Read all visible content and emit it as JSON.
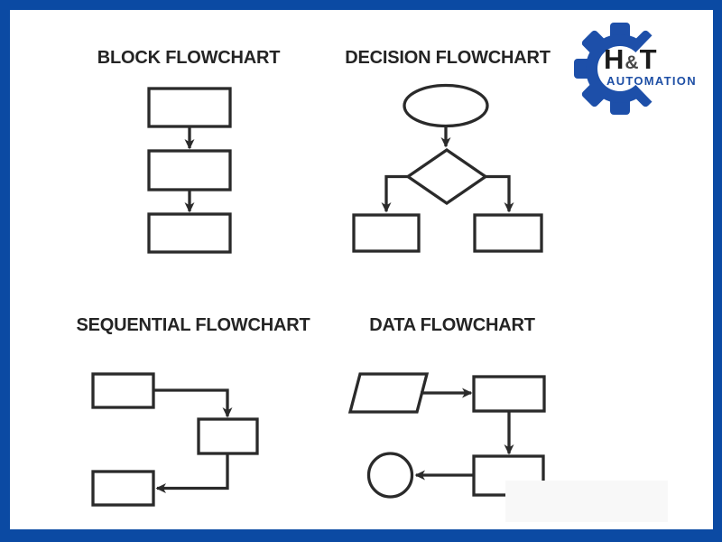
{
  "meta": {
    "description": "Infographic showing four flowchart types",
    "colors": {
      "frame_blue": "#0b4aa3",
      "shape_stroke": "#2a2a2a",
      "logo_blue": "#1d4fa9",
      "logo_subtitle_blue": "#1e4fa5",
      "watermark_cover_gray": "#f8f8f8",
      "background": "#ffffff"
    }
  },
  "logo": {
    "icon": "gear-icon",
    "brand_h": "H",
    "brand_amp": "&",
    "brand_t": "T",
    "subtitle": "AUTOMATION"
  },
  "panels": [
    {
      "title": "BLOCK FLOWCHART",
      "nodes": [
        "rectangle",
        "rectangle",
        "rectangle"
      ],
      "flow": "three rectangles in a vertical line connected by downward arrows"
    },
    {
      "title": "DECISION FLOWCHART",
      "nodes": [
        "ellipse",
        "diamond",
        "rectangle",
        "rectangle"
      ],
      "flow": "ellipse down to diamond, diamond branches left and right down into two rectangles"
    },
    {
      "title": "SEQUENTIAL FLOWCHART",
      "nodes": [
        "rectangle",
        "rectangle",
        "rectangle"
      ],
      "flow": "top-left rectangle right-and-down into middle rectangle, then down-and-left into bottom-left rectangle"
    },
    {
      "title": "DATA FLOWCHART",
      "nodes": [
        "parallelogram",
        "rectangle",
        "rectangle",
        "circle"
      ],
      "flow": "parallelogram right into rectangle, down into second rectangle, left into circle"
    }
  ]
}
